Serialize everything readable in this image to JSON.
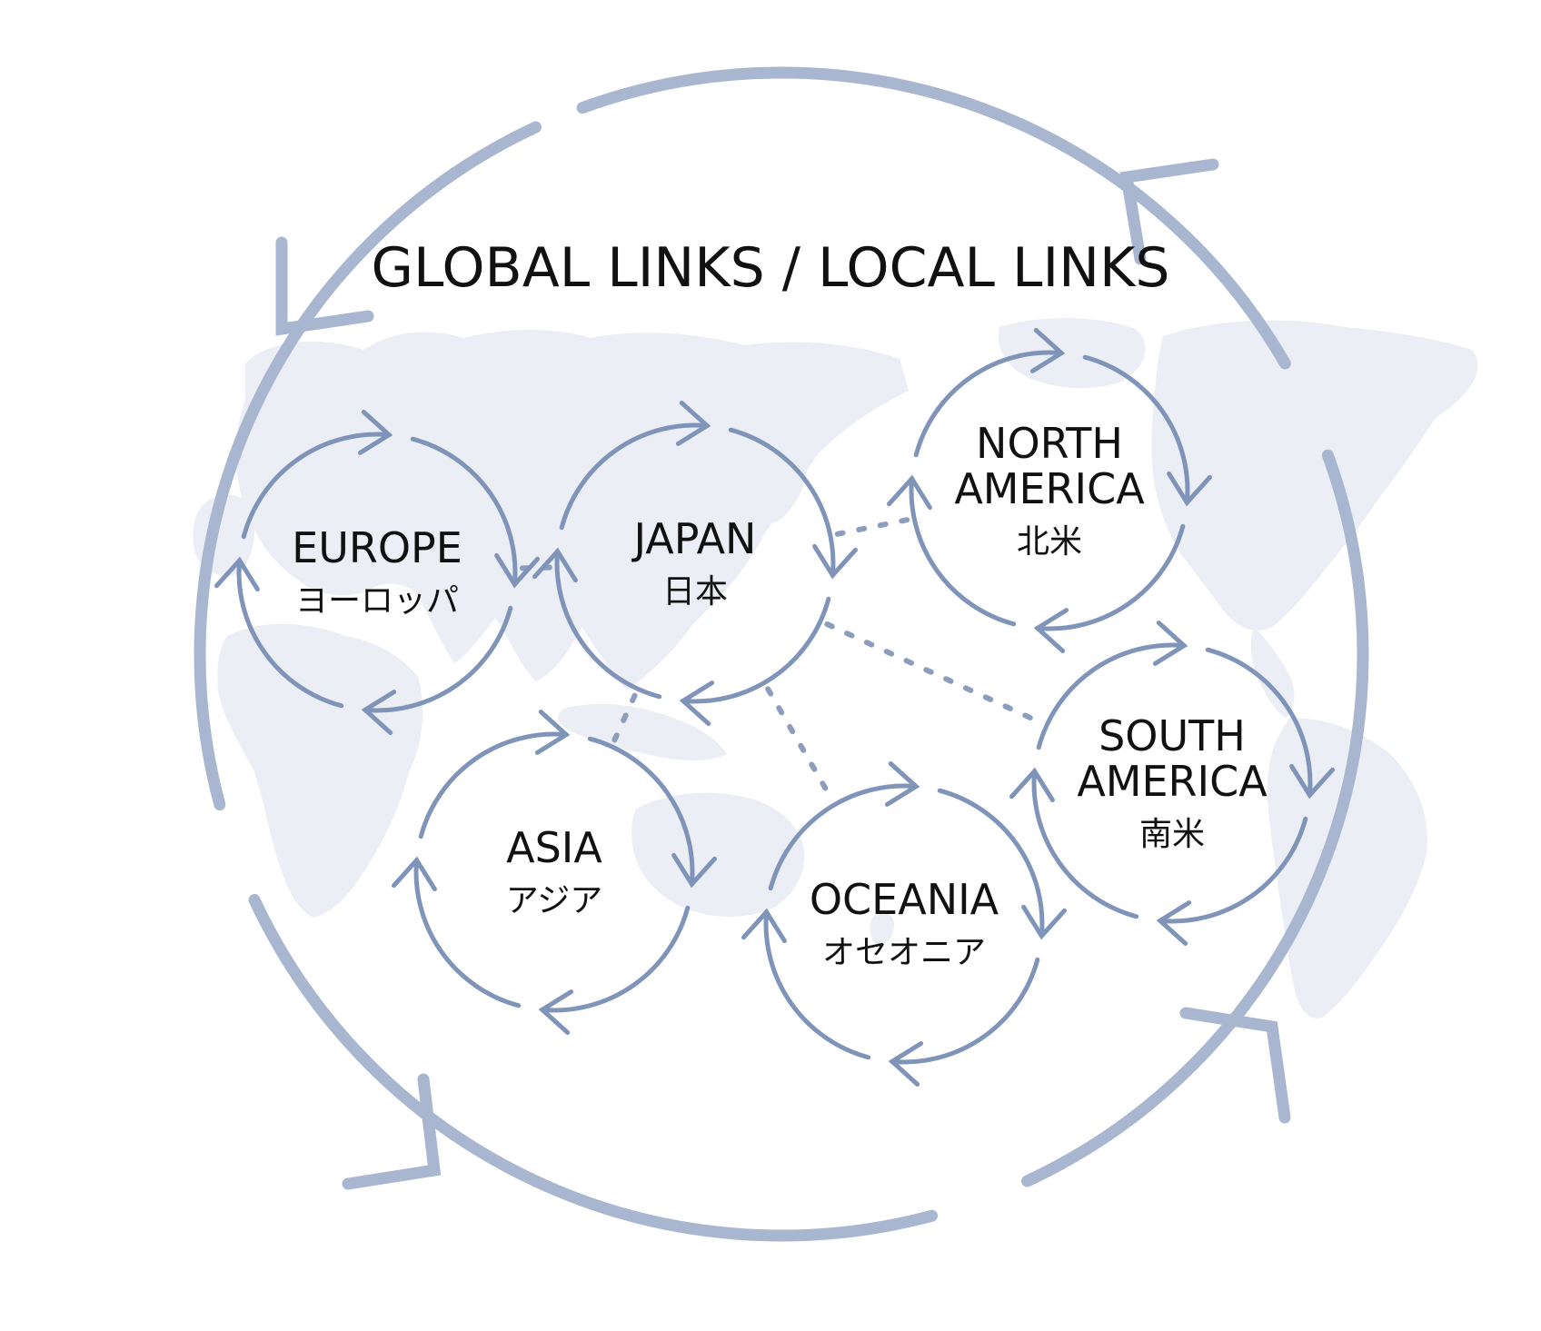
{
  "title": "GLOBAL LINKS / LOCAL LINKS",
  "colors": {
    "big_arrow": "#a8b7cf",
    "cycle_arrow": "#7f94b8",
    "connector": "#8c9dbd",
    "map": "#eceef5",
    "text": "#111111"
  },
  "regions": [
    {
      "id": "europe",
      "name_lines": [
        "EUROPE"
      ],
      "jp": "ヨーロッパ"
    },
    {
      "id": "japan",
      "name_lines": [
        "JAPAN"
      ],
      "jp": "日本"
    },
    {
      "id": "north-america",
      "name_lines": [
        "NORTH",
        "AMERICA"
      ],
      "jp": "北米"
    },
    {
      "id": "asia",
      "name_lines": [
        "ASIA"
      ],
      "jp": "アジア"
    },
    {
      "id": "oceania",
      "name_lines": [
        "OCEANIA"
      ],
      "jp": "オセオニア"
    },
    {
      "id": "south-america",
      "name_lines": [
        "SOUTH",
        "AMERICA"
      ],
      "jp": "南米"
    }
  ],
  "links": [
    [
      "europe",
      "japan"
    ],
    [
      "japan",
      "north-america"
    ],
    [
      "japan",
      "asia"
    ],
    [
      "japan",
      "oceania"
    ],
    [
      "japan",
      "south-america"
    ]
  ],
  "icons": {
    "global_cycle": "circular-arrows-icon",
    "local_cycle": "cycle-arrows-icon",
    "background": "world-map-icon"
  }
}
